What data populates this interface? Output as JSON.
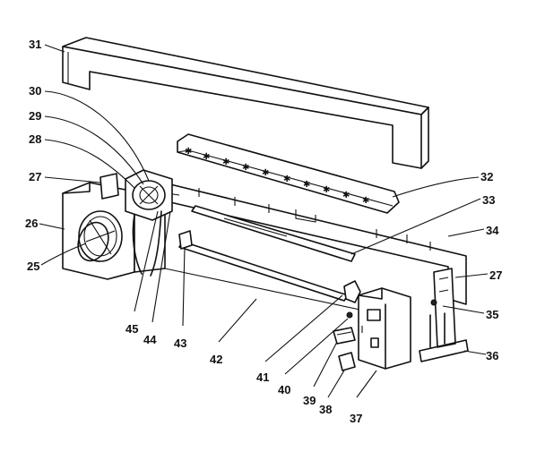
{
  "callouts": {
    "c31": "31",
    "c30": "30",
    "c29": "29",
    "c28": "28",
    "c27a": "27",
    "c26": "26",
    "c25": "25",
    "c45": "45",
    "c44": "44",
    "c43": "43",
    "c42": "42",
    "c41": "41",
    "c40": "40",
    "c39": "39",
    "c38": "38",
    "c37": "37",
    "c36": "36",
    "c35": "35",
    "c27b": "27",
    "c34": "34",
    "c33": "33",
    "c32": "32"
  }
}
